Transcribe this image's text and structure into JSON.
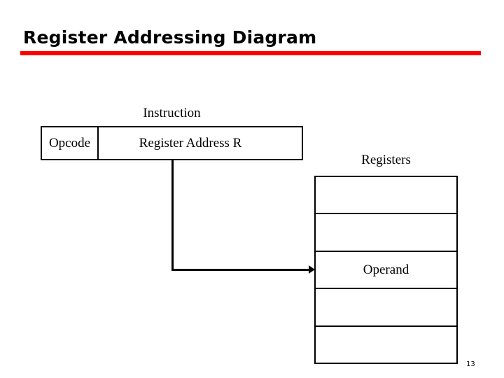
{
  "slide": {
    "title": "Register Addressing Diagram",
    "accent_color": "#FF0000",
    "background_color": "#FFFFFF",
    "line_color": "#000000",
    "page_number": "13"
  },
  "instruction": {
    "label": "Instruction",
    "fields": [
      {
        "name": "opcode",
        "text": "Opcode"
      },
      {
        "name": "register-address",
        "text": "Register Address R"
      }
    ]
  },
  "registers": {
    "label": "Registers",
    "cells": [
      {
        "text": ""
      },
      {
        "text": ""
      },
      {
        "text": "Operand"
      },
      {
        "text": ""
      },
      {
        "text": ""
      }
    ]
  }
}
